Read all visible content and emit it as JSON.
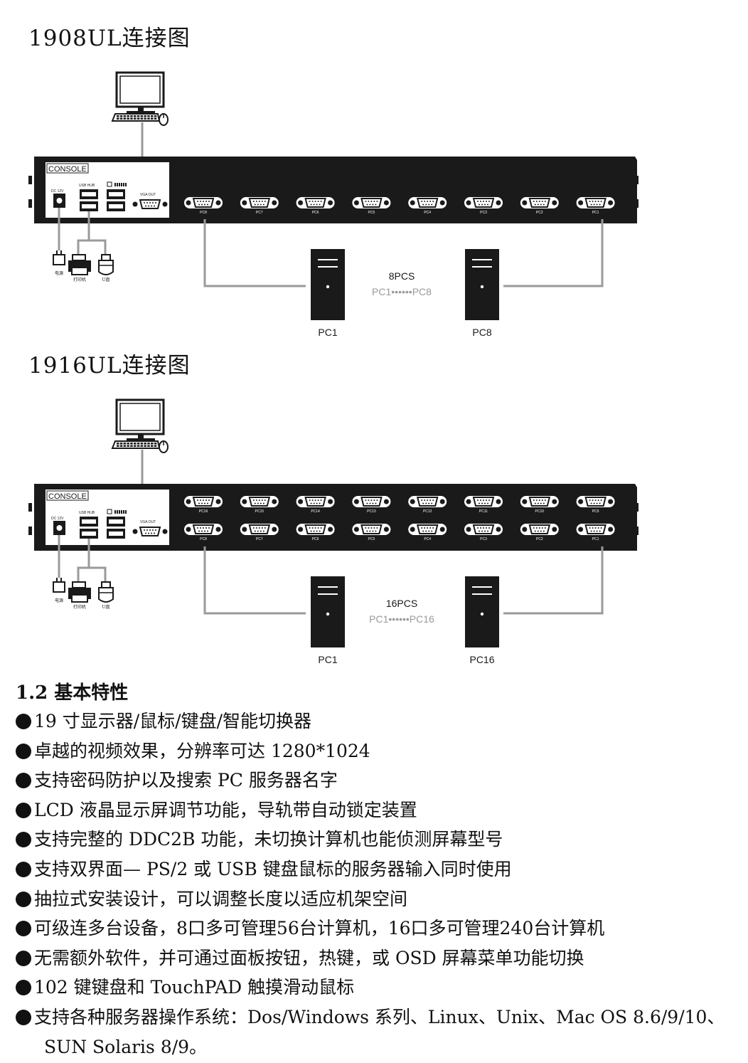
{
  "diagrams": [
    {
      "title": "1908UL连接图",
      "console_label": "CONSOLE",
      "dc_label": "DC 12V",
      "usb_hub_label": "USB HUB",
      "vga_label": "VGA OUT",
      "port_labels_top": [],
      "port_labels_bottom": [
        "PC8",
        "PC7",
        "PC6",
        "PC5",
        "PC4",
        "PC3",
        "PC2",
        "PC1"
      ],
      "power_label": "电源",
      "printer_label": "打印机",
      "udisk_label": "U盘",
      "count_label": "8PCS",
      "range_label": "PC1••••••PC8",
      "left_pc_label": "PC1",
      "right_pc_label": "PC8"
    },
    {
      "title": "1916UL连接图",
      "console_label": "CONSOLE",
      "dc_label": "DC 12V",
      "usb_hub_label": "USB HUB",
      "vga_label": "VGA OUT",
      "port_labels_top": [
        "PC16",
        "PC15",
        "PC14",
        "PC13",
        "PC12",
        "PC11",
        "PC10",
        "PC9"
      ],
      "port_labels_bottom": [
        "PC8",
        "PC7",
        "PC6",
        "PC5",
        "PC4",
        "PC3",
        "PC2",
        "PC1"
      ],
      "power_label": "电源",
      "printer_label": "打印机",
      "udisk_label": "U盘",
      "count_label": "16PCS",
      "range_label": "PC1••••••PC16",
      "left_pc_label": "PC1",
      "right_pc_label": "PC16"
    }
  ],
  "section_title": "1.2 基本特性",
  "features": [
    "19 寸显示器/鼠标/键盘/智能切换器",
    "卓越的视频效果，分辨率可达 1280*1024",
    "支持密码防护以及搜索 PC 服务器名字",
    "LCD 液晶显示屏调节功能，导轨带自动锁定装置",
    "支持完整的 DDC2B 功能，未切换计算机也能侦测屏幕型号",
    "支持双界面— PS/2 或 USB 键盘鼠标的服务器输入同时使用",
    "抽拉式安装设计，可以调整长度以适应机架空间",
    "可级连多台设备，8口多可管理56台计算机，16口多可管理240台计算机",
    "无需额外软件，并可通过面板按钮，热键，或 OSD 屏幕菜单功能切换",
    "102 键键盘和 TouchPAD 触摸滑动鼠标",
    "支持各种服务器操作系统：Dos/Windows 系列、Linux、Unix、Mac OS 8.6/9/10、"
  ],
  "feature_continuation": "SUN Solaris 8/9。",
  "colors": {
    "device": "#1a1a1a",
    "cable": "#9a9a9a",
    "range_text": "#9a9a9a"
  }
}
